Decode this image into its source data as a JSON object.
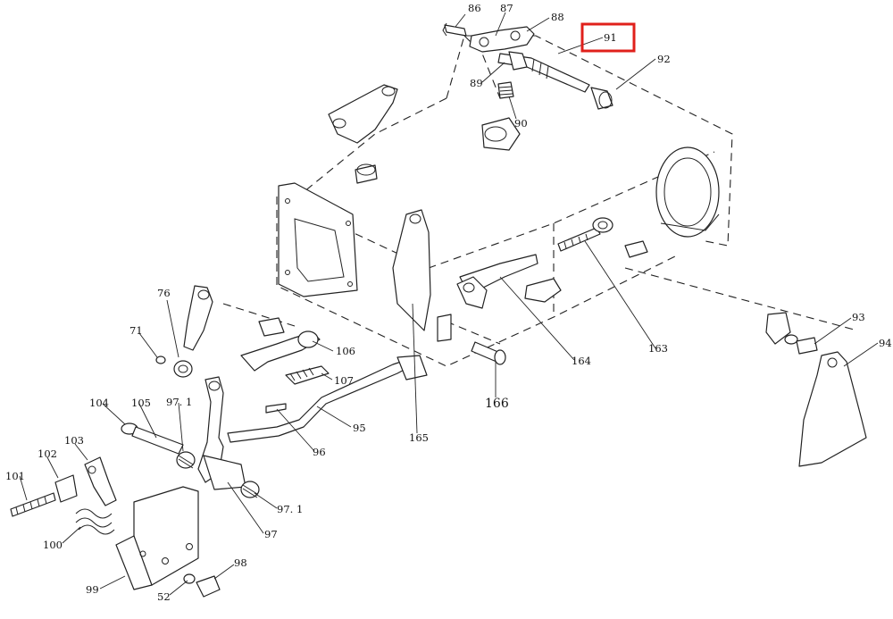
{
  "diagram": {
    "highlight_label": "91",
    "callouts": [
      {
        "id": "c86",
        "text": "86"
      },
      {
        "id": "c87",
        "text": "87"
      },
      {
        "id": "c88",
        "text": "88"
      },
      {
        "id": "c91",
        "text": "91"
      },
      {
        "id": "c92",
        "text": "92"
      },
      {
        "id": "c89",
        "text": "89"
      },
      {
        "id": "c90",
        "text": "90"
      },
      {
        "id": "c106",
        "text": "106"
      },
      {
        "id": "c107",
        "text": "107"
      },
      {
        "id": "c76",
        "text": "76"
      },
      {
        "id": "c71",
        "text": "71"
      },
      {
        "id": "c104",
        "text": "104"
      },
      {
        "id": "c105",
        "text": "105"
      },
      {
        "id": "c97_1a",
        "text": "97. 1"
      },
      {
        "id": "c103",
        "text": "103"
      },
      {
        "id": "c102",
        "text": "102"
      },
      {
        "id": "c101",
        "text": "101"
      },
      {
        "id": "c100",
        "text": "100"
      },
      {
        "id": "c99",
        "text": "99"
      },
      {
        "id": "c52",
        "text": "52"
      },
      {
        "id": "c98",
        "text": "98"
      },
      {
        "id": "c97_1b",
        "text": "97. 1"
      },
      {
        "id": "c97",
        "text": "97"
      },
      {
        "id": "c96",
        "text": "96"
      },
      {
        "id": "c95",
        "text": "95"
      },
      {
        "id": "c165",
        "text": "165"
      },
      {
        "id": "c166",
        "text": "166"
      },
      {
        "id": "c164",
        "text": "164"
      },
      {
        "id": "c163",
        "text": "163"
      },
      {
        "id": "c93",
        "text": "93"
      },
      {
        "id": "c94",
        "text": "94"
      }
    ]
  }
}
